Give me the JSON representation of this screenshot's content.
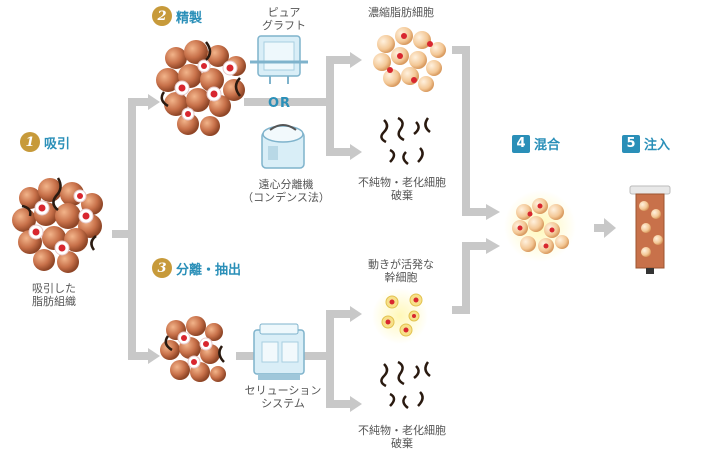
{
  "steps": {
    "s1": {
      "num": "1",
      "label": "吸引"
    },
    "s2": {
      "num": "2",
      "label": "精製"
    },
    "s3": {
      "num": "3",
      "label": "分離・抽出"
    },
    "s4": {
      "num": "4",
      "label": "混合"
    },
    "s5": {
      "num": "5",
      "label": "注入"
    }
  },
  "labels": {
    "aspirated_fat": "吸引した\n脂肪組織",
    "pure_graft": "ピュア\nグラフト",
    "or": "OR",
    "centrifuge": "遠心分離機\n（コンデンス法）",
    "concentrated_fat": "濃縮脂肪細胞",
    "impurities_top": "不純物・老化細胞\n破棄",
    "active_stem": "動きが活発な\n幹細胞",
    "celution": "セリューション\nシステム",
    "impurities_bottom": "不純物・老化細胞\n破棄"
  },
  "colors": {
    "step_blue": "#2a8fb8",
    "step_gold": "#c79a3a",
    "arrow_gray": "#c8c8c8"
  }
}
